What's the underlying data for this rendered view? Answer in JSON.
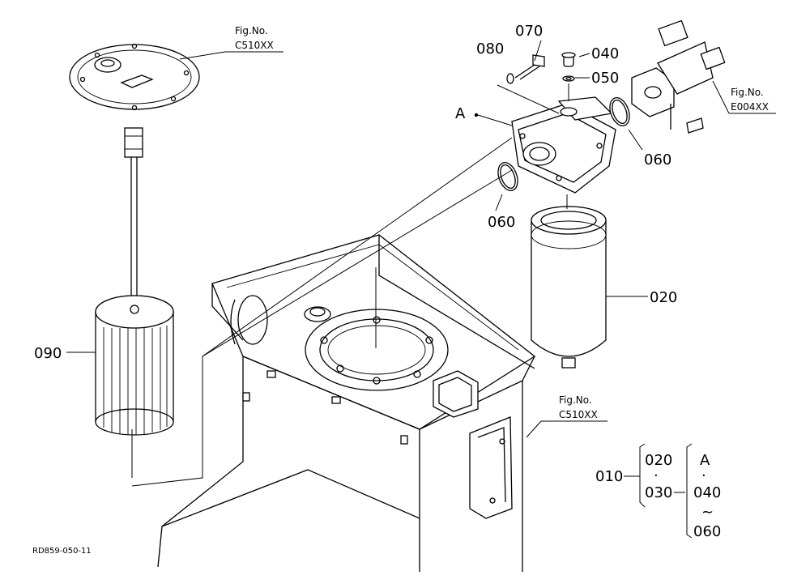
{
  "figure_refs": [
    {
      "line1": "Fig.No.",
      "line2": "C510XX"
    },
    {
      "line1": "Fig.No.",
      "line2": "E004XX"
    },
    {
      "line1": "Fig.No.",
      "line2": "C510XX"
    }
  ],
  "part_labels": {
    "p070": "070",
    "p080": "080",
    "p040": "040",
    "p050": "050",
    "pA": "A",
    "p060_right": "060",
    "p060_left": "060",
    "p020": "020",
    "p090": "090"
  },
  "assembly_legend": {
    "main": "010",
    "sub1_top": "020",
    "sub1_dot": "·",
    "sub1_bottom": "030",
    "sub2_top": "A",
    "sub2_dot": "·",
    "sub2_mid": "040",
    "sub2_tilde": "~",
    "sub2_bottom": "060"
  },
  "drawing_code": "RD859-050-11"
}
